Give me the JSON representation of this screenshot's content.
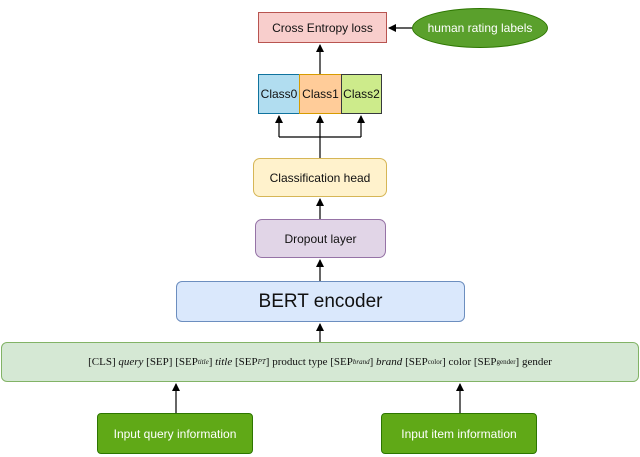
{
  "nodes": {
    "cross_entropy": "Cross Entropy loss",
    "human_labels": "human rating labels",
    "class0": "Class0",
    "class1": "Class1",
    "class2": "Class2",
    "classification_head": "Classification head",
    "dropout": "Dropout layer",
    "bert": "BERT encoder",
    "input_query": "Input query information",
    "input_item": "Input item information"
  },
  "sequence": {
    "cls": "[CLS]",
    "query": "query",
    "sep": "[SEP]",
    "sep_title_open": "[SEP",
    "sub_title": "title",
    "sep_close": "]",
    "title": "title",
    "sep_pt_open": "[SEP",
    "sub_pt": "PT",
    "product_type": "product type",
    "sep_brand_open": "[SEP",
    "sub_brand": "brand",
    "brand": "brand",
    "sep_color_open": "[SEP",
    "sub_color": "color",
    "color": "color",
    "sep_gender_open": "[SEP",
    "sub_gender": "gender",
    "gender": "gender"
  }
}
